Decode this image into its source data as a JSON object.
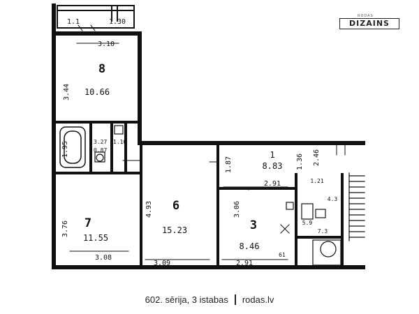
{
  "logo": {
    "tagline": "RODAS",
    "brand": "DIZAINS"
  },
  "caption": {
    "series": "602. sērija, 3 istabas",
    "site": "rodas.lv"
  },
  "rooms": [
    {
      "id": "8",
      "number": "8",
      "area": "10.66"
    },
    {
      "id": "7",
      "number": "7",
      "area": "11.55"
    },
    {
      "id": "6",
      "number": "6",
      "area": "15.23"
    },
    {
      "id": "3",
      "number": "3",
      "area": "8.46"
    },
    {
      "id": "1",
      "number": "1",
      "area": "8.83"
    }
  ],
  "dimensions": {
    "balcony": "1.30",
    "balcony_side": "1.1",
    "room8_width": "3.10",
    "room8_height": "3.44",
    "bath_height": "1.95",
    "bath_area": "3.27",
    "bath_sub": "0.87",
    "wc_area": "1.10",
    "room7_height": "3.76",
    "room7_width": "3.08",
    "room6_height": "4.93",
    "room6_width": "3.09",
    "room3_height": "3.06",
    "room3_width": "2.91",
    "room1_left": "1.87",
    "room1_width": "2.91",
    "hall_width": "1.36",
    "stair_a": "2.46",
    "stair_b": "1.21",
    "hall_small": "4.3",
    "kitchen_a": "5.9",
    "kitchen_b": "7.3",
    "room3_small": "61"
  },
  "colors": {
    "ink": "#111111",
    "paper": "#ffffff"
  }
}
